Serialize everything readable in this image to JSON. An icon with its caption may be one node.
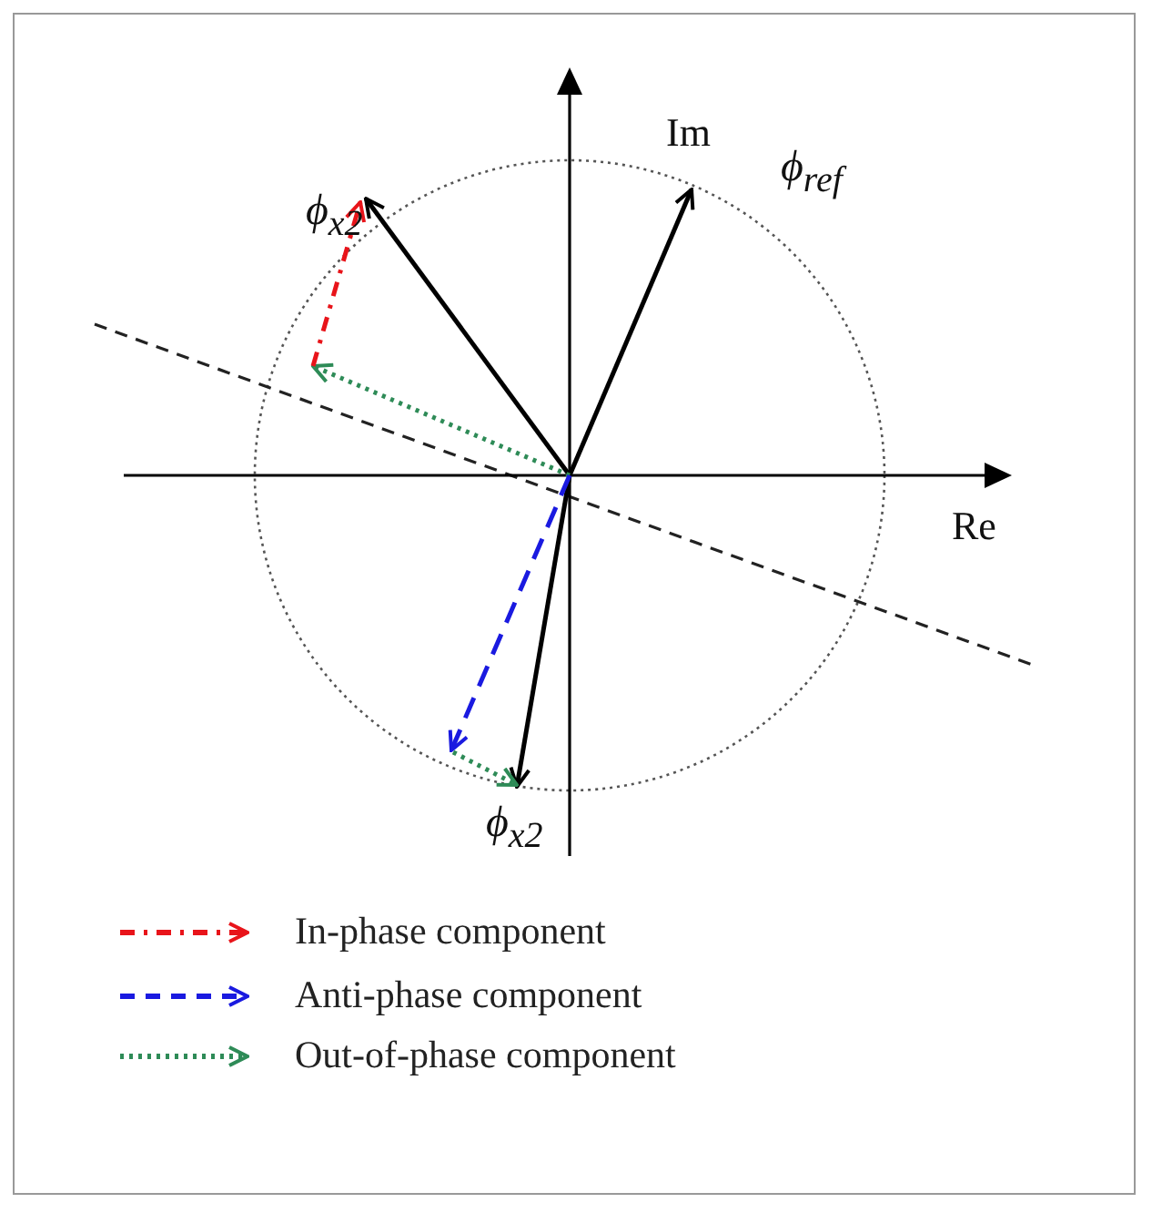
{
  "diagram": {
    "labels": [
      "Im",
      "ϕ$_{ref}$",
      "ϕ$_{x2}$",
      "Re",
      "ϕ$_{x2}$"
    ],
    "legend": [
      {
        "text": "In-phase component"
      },
      {
        "text": "Anti-phase component"
      },
      {
        "text": "Out-of-phase component"
      }
    ]
  }
}
